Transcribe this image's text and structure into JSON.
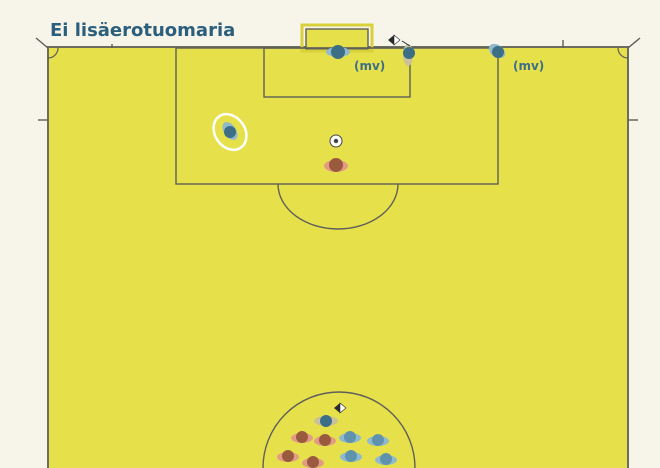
{
  "title": "Ei lisäerotuomaria",
  "labels": {
    "mv_left": "(mv)",
    "mv_right": "(mv)"
  },
  "colors": {
    "pitch": "#e6e04a",
    "lines": "#5e5f5a",
    "team_blue": "#5f93ad",
    "team_red": "#c86e52",
    "dark_player": "#3c6e86",
    "title": "#2c5f7c",
    "background": "#f7f4ea"
  },
  "icons": [
    "ball-icon",
    "corner-flag-icon",
    "player-icon"
  ]
}
